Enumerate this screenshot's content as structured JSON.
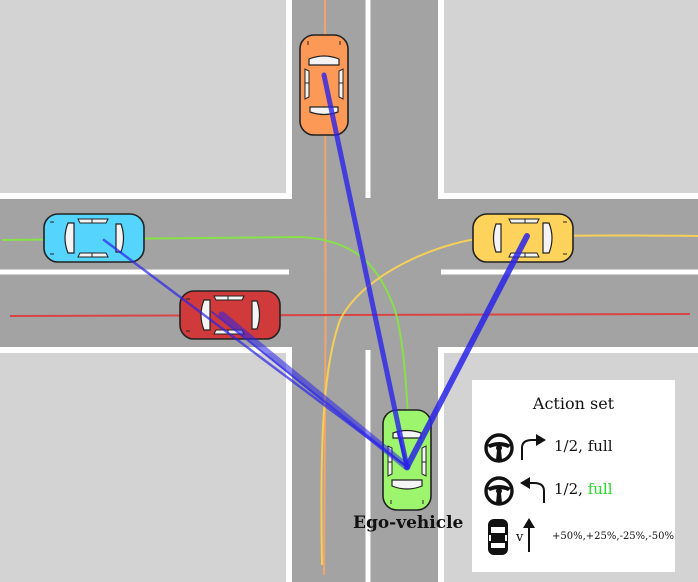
{
  "diagram": {
    "ego_label": "Ego-vehicle",
    "vehicles": [
      {
        "id": "orange",
        "color": "#fd9957"
      },
      {
        "id": "blue",
        "color": "#55d4fd"
      },
      {
        "id": "red",
        "color": "#d03a3a"
      },
      {
        "id": "yellow",
        "color": "#fdd35b"
      },
      {
        "id": "ego",
        "color": "#9df56d"
      }
    ],
    "colors": {
      "road": "#a3a3a3",
      "block": "#d3d3d3",
      "lane_line": "#ffffff",
      "attention": "#2a23e8",
      "path_orange": "#f4a46a",
      "path_green": "#88e04a",
      "path_red": "#d94444",
      "path_yellow": "#f5cf5a"
    }
  },
  "action_set": {
    "title": "Action set",
    "right_turn": {
      "fraction": "1/2",
      "sep": ", ",
      "amount": "full"
    },
    "left_turn": {
      "fraction": "1/2",
      "sep": ", ",
      "amount": "full",
      "amount_color": "#22dd22"
    },
    "speed": {
      "symbol": "v",
      "options": "+50%,+25%,-25%,-50%"
    }
  }
}
